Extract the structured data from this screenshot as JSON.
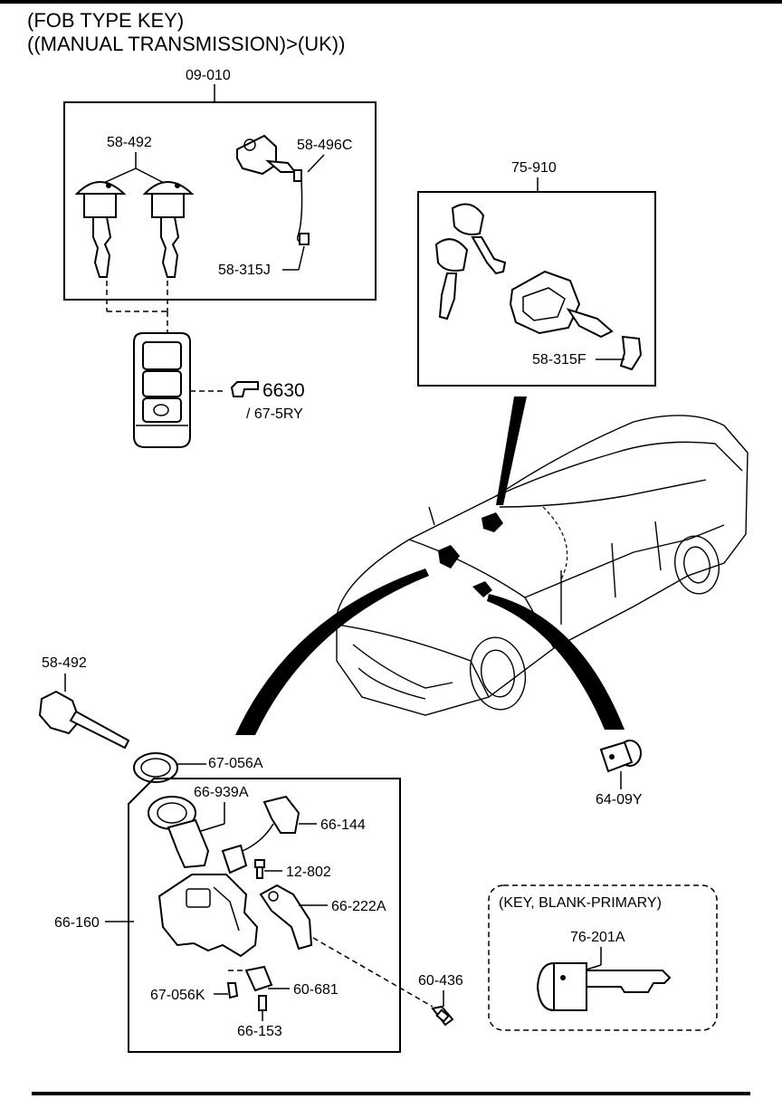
{
  "header": {
    "line1": "(FOB TYPE KEY)",
    "line2": "((MANUAL TRANSMISSION)>(UK))"
  },
  "parts": {
    "p_09_010": "09-010",
    "p_58_492_set": "58-492",
    "p_58_496c": "58-496C",
    "p_58_315j": "58-315J",
    "p_75_910": "75-910",
    "p_58_315f": "58-315F",
    "p_6630": "6630",
    "p_67_5ry": "/ 67-5RY",
    "p_58_492": "58-492",
    "p_67_056a": "67-056A",
    "p_66_939a": "66-939A",
    "p_66_144": "66-144",
    "p_12_802": "12-802",
    "p_66_222a": "66-222A",
    "p_66_160": "66-160",
    "p_67_056k": "67-056K",
    "p_60_681": "60-681",
    "p_66_153": "66-153",
    "p_60_436": "60-436",
    "p_64_09y": "64-09Y",
    "p_76_201a": "76-201A"
  },
  "inset": {
    "title": "(KEY, BLANK-PRIMARY)"
  },
  "icons": {
    "reference": "pointing-hand-icon"
  }
}
